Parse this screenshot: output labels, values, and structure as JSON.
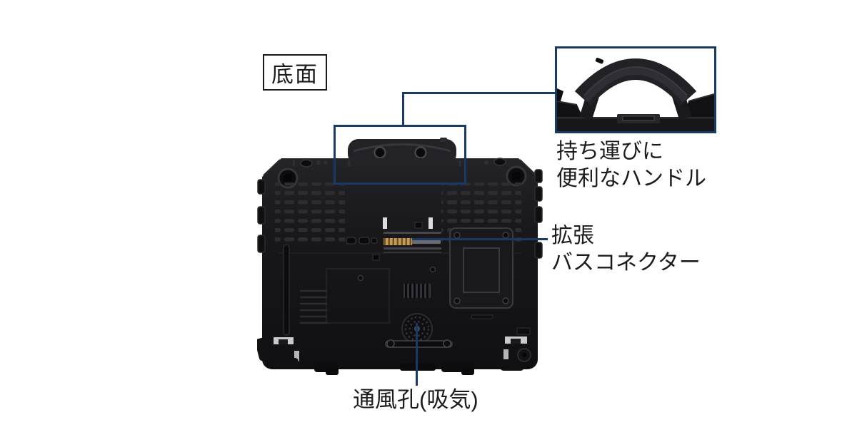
{
  "page": {
    "background": "#ffffff"
  },
  "colors": {
    "callout": "#173a66",
    "text": "#1c1c1c",
    "box-border": "#1a1a1a",
    "page-bg": "#ffffff"
  },
  "labels": {
    "view_title": "底面",
    "handle_caption": {
      "line1": "持ち運びに",
      "line2": "便利なハンドル"
    },
    "expansion_caption": {
      "line1": "拡張",
      "line2": "バスコネクター"
    },
    "vent_caption": "通風孔(吸気)"
  },
  "figures": {
    "main": "laptop-bottom-photo",
    "inset": "carry-handle-closeup-photo"
  }
}
